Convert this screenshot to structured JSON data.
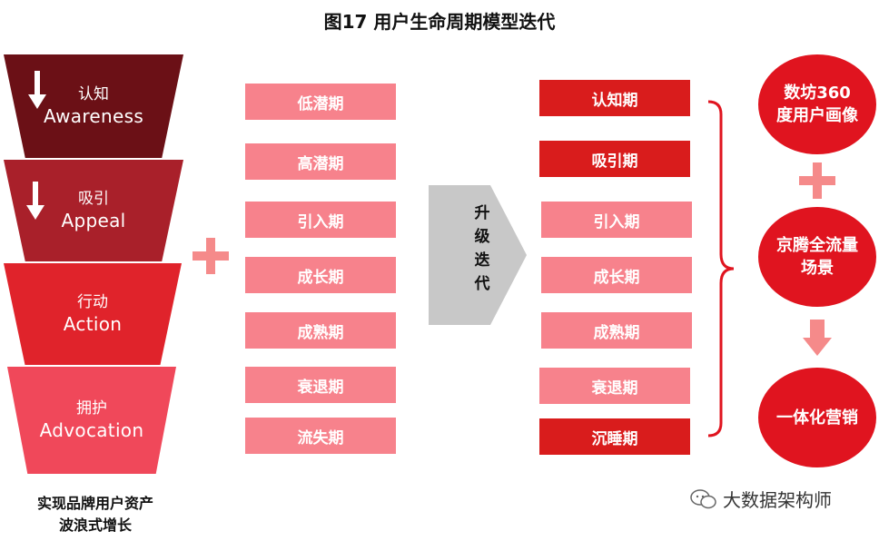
{
  "title": "图17 用户生命周期模型迭代",
  "funnel": {
    "stages": [
      {
        "cn": "认知",
        "en": "Awareness"
      },
      {
        "cn": "吸引",
        "en": "Appeal"
      },
      {
        "cn": "行动",
        "en": "Action"
      },
      {
        "cn": "拥护",
        "en": "Advocation"
      }
    ],
    "caption_line1": "实现品牌用户资产",
    "caption_line2": "波浪式增长"
  },
  "old_phases": [
    "低潜期",
    "高潜期",
    "引入期",
    "成长期",
    "成熟期",
    "衰退期",
    "流失期"
  ],
  "upgrade": {
    "chars": [
      "升",
      "级",
      "迭",
      "代"
    ]
  },
  "new_phases": [
    {
      "label": "认知期",
      "style": "red"
    },
    {
      "label": "吸引期",
      "style": "red"
    },
    {
      "label": "引入期",
      "style": "pink"
    },
    {
      "label": "成长期",
      "style": "pink"
    },
    {
      "label": "成熟期",
      "style": "pink"
    },
    {
      "label": "衰退期",
      "style": "pink"
    },
    {
      "label": "沉睡期",
      "style": "red"
    }
  ],
  "circles": [
    "数坊360度用户画像",
    "京腾全流量场景",
    "一体化营销"
  ],
  "watermark": "大数据架构师",
  "colors": {
    "dark_red": "#6b1016",
    "red": "#d91c1c",
    "pink": "#f7828c",
    "circle": "#e0141f",
    "plus": "#f58a8a",
    "arrow_gray": "#c8c8c8"
  }
}
